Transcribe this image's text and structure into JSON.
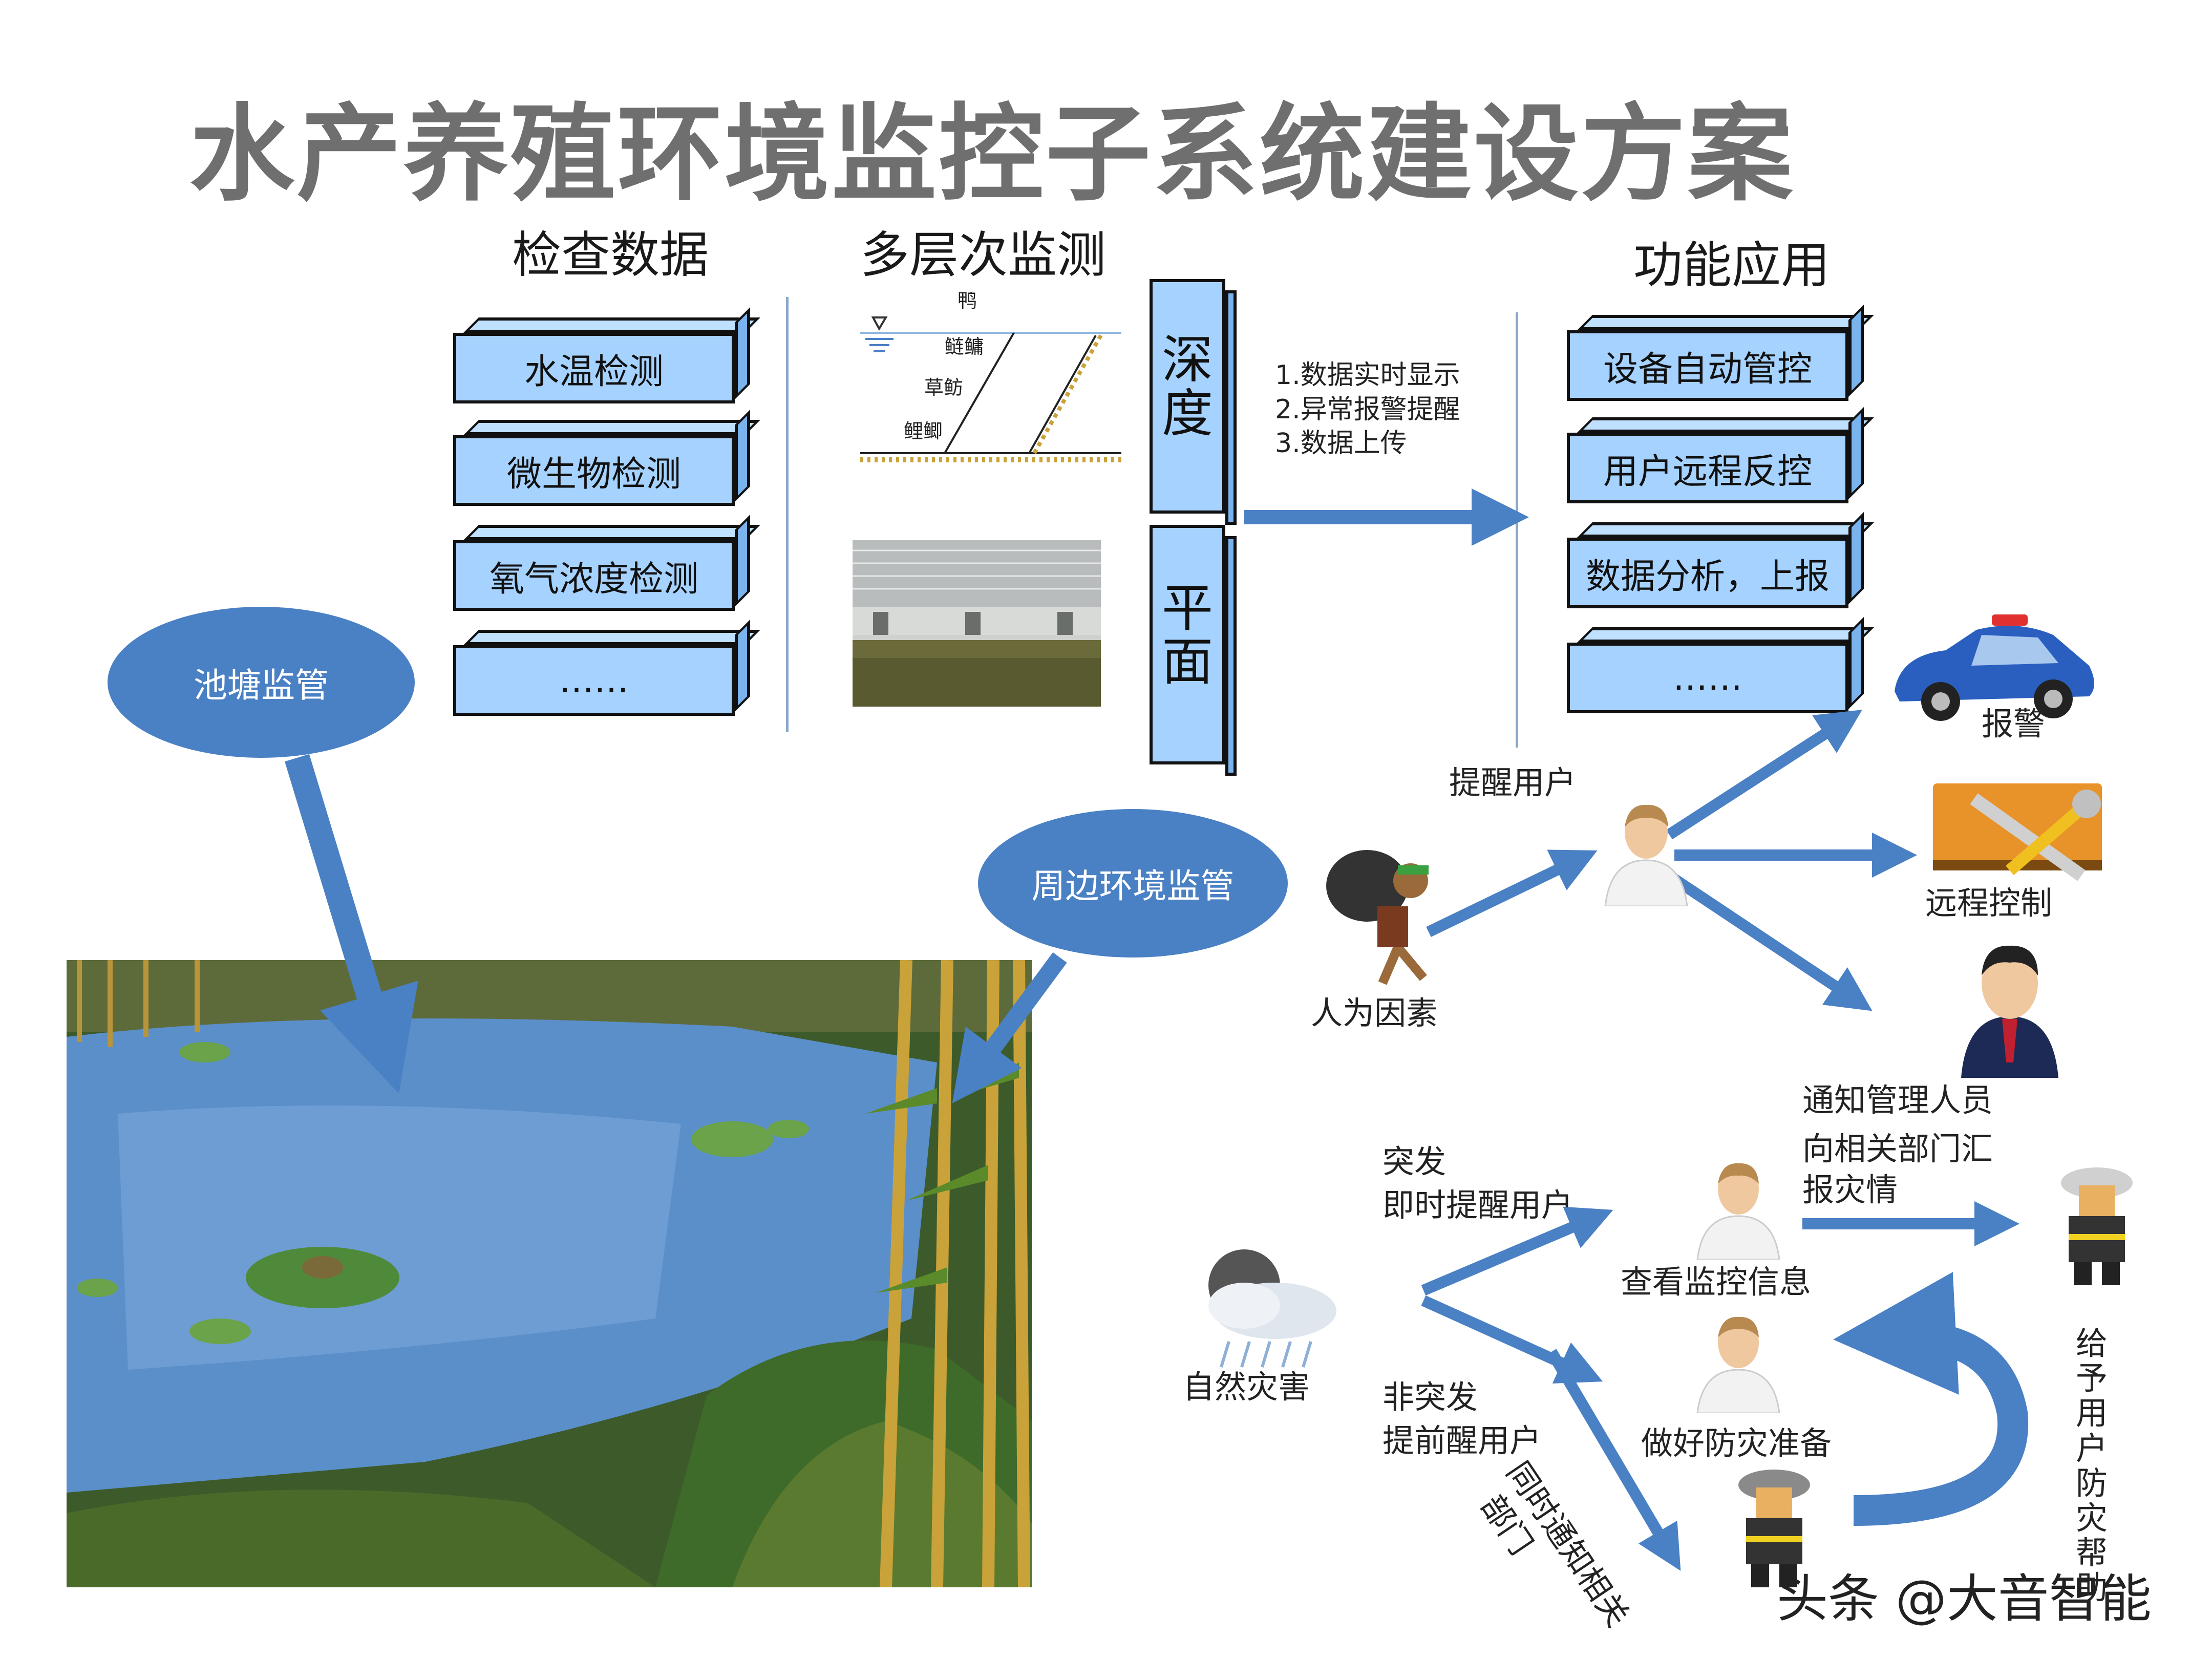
{
  "title": "水产养殖环境监控子系统建设方案",
  "headers": {
    "inspection": "检查数据",
    "multilayer": "多层次监测",
    "function": "功能应用"
  },
  "inspection_items": [
    "水温检测",
    "微生物检测",
    "氧气浓度检测",
    "……"
  ],
  "fish_diagram_labels": [
    "鸭",
    "鲢鳙",
    "草鲂",
    "鲤鲫"
  ],
  "layers": {
    "depth": "深度",
    "plane": "平面"
  },
  "monitor_steps": [
    "1.数据实时显示",
    "2.异常报警提醒",
    "3.数据上传"
  ],
  "function_items": [
    "设备自动管控",
    "用户远程反控",
    "数据分析，上报",
    "……"
  ],
  "ellipses": {
    "pond": "池塘监管",
    "surrounding": "周边环境监管"
  },
  "labels": {
    "alarm": "报警",
    "remote_control": "远程控制",
    "remind_user": "提醒用户",
    "human_factor": "人为因素",
    "notify_manager": "通知管理人员",
    "report_line1": "向相关部门汇",
    "report_line2": "报灾情",
    "sudden": "突发",
    "sudden_remind": "即时提醒用户",
    "view_monitor": "查看监控信息",
    "natural_disaster": "自然灾害",
    "non_sudden": "非突发",
    "advance_remind": "提前醒用户",
    "prepare": "做好防灾准备",
    "notify_dept1": "同时通知相关",
    "notify_dept2": "部门",
    "help_user": "给予用户防灾帮助",
    "watermark": "头条 @大音智能"
  },
  "colors": {
    "box_fill": "#a6d2ff",
    "arrow": "#4a80c4",
    "ellipse": "#4a80c4",
    "title": "#6f6f6f"
  }
}
